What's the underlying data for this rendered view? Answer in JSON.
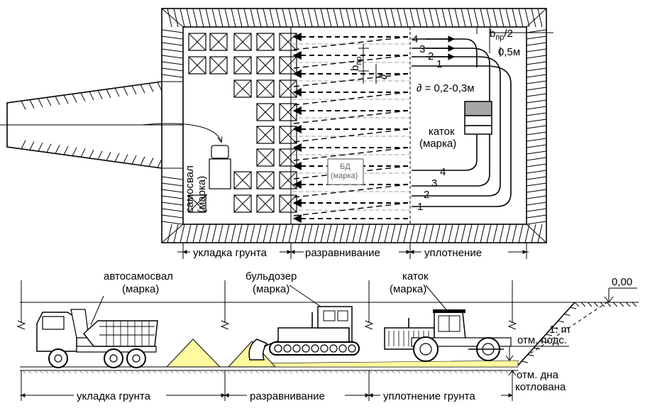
{
  "plan": {
    "bpr_half": "b",
    "bpr_half_sub": "пр",
    "bpr_half_tail": "/2",
    "offset_05": "0,5м",
    "bpr": "b",
    "bpr_sub": "пр",
    "delta_mark": "∂",
    "delta_range": "∂ = 0,2-0,3м",
    "roller_line1": "каток",
    "roller_line2": "(марка)",
    "truck_line1": "самосвал",
    "truck_line2": "(марка)",
    "bd_line1": "БД",
    "bd_line2": "(марка)",
    "pass_top": [
      "4",
      "3",
      "2",
      "1"
    ],
    "pass_bottom": [
      "4",
      "3",
      "2",
      "1"
    ],
    "zone_laying": "укладка грунта",
    "zone_leveling": "разравнивание",
    "zone_compaction": "уплотнение"
  },
  "section": {
    "truck_line1": "автосамосвал",
    "truck_line2": "(марка)",
    "dozer_line1": "бульдозер",
    "dozer_line2": "(марка)",
    "roller_line1": "каток",
    "roller_line2": "(марка)",
    "elevation_zero": "0,00",
    "slope": "1: m",
    "mark_base": "отм. подс.",
    "mark_bottom_line1": "отм. дна",
    "mark_bottom_line2": "котлована",
    "zone_laying": "укладка грунта",
    "zone_leveling": "разравнивание",
    "zone_compaction": "уплотнение грунта"
  },
  "colors": {
    "soil_fill": "#fffaa0",
    "roller_drum_top": "#a6a6a6"
  }
}
